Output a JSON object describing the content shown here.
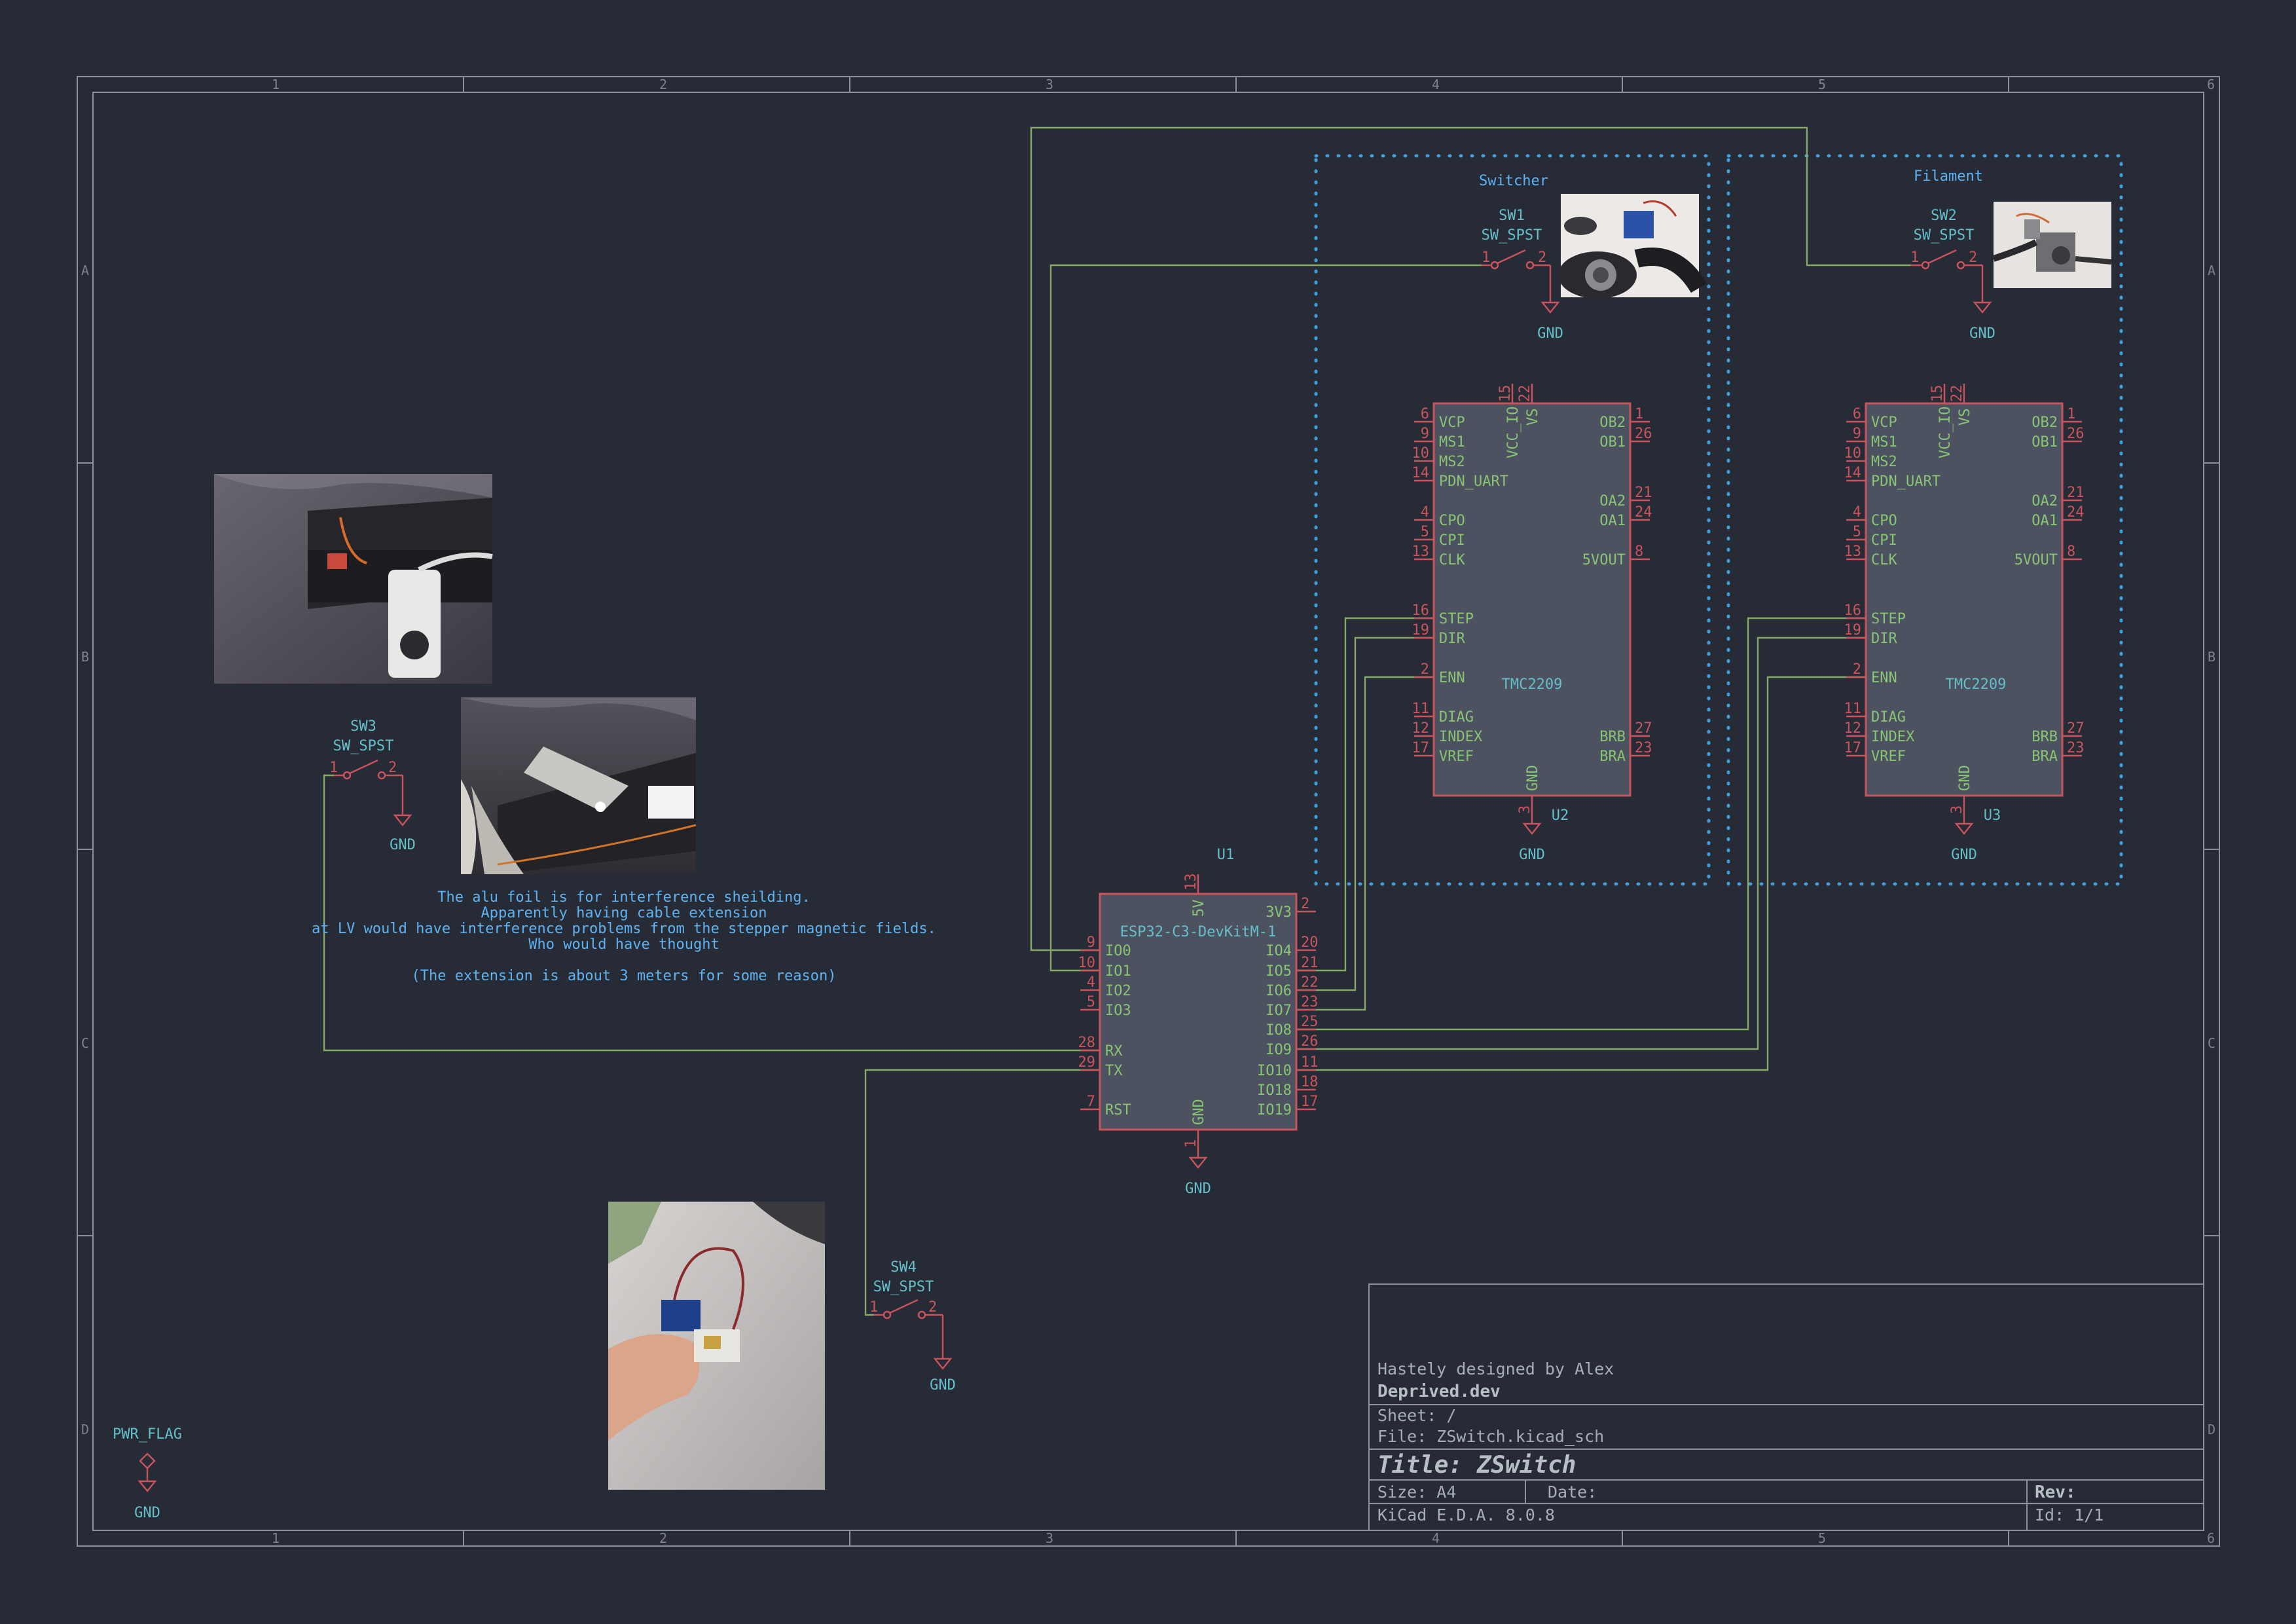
{
  "sheet": {
    "grid_columns": [
      "1",
      "2",
      "3",
      "4",
      "5",
      "6"
    ],
    "grid_rows": [
      "A",
      "B",
      "C",
      "D"
    ]
  },
  "colors": {
    "background": "#262b36",
    "wire": "#86a868",
    "symbol_outline": "#c9545d",
    "pin_name": "#88c473",
    "reference": "#64bfc9",
    "text_note": "#5eb3f2"
  },
  "groups": {
    "switcher": "Switcher",
    "filament": "Filament"
  },
  "components": {
    "u1": {
      "ref": "U1",
      "value": "ESP32-C3-DevKitM-1",
      "top_pins": [
        {
          "name": "5V",
          "num": "13"
        }
      ],
      "left_pins": [
        {
          "name": "IO0",
          "num": "9"
        },
        {
          "name": "IO1",
          "num": "10"
        },
        {
          "name": "IO2",
          "num": "4"
        },
        {
          "name": "IO3",
          "num": "5"
        },
        {
          "name": "RX",
          "num": "28"
        },
        {
          "name": "TX",
          "num": "29"
        },
        {
          "name": "RST",
          "num": "7"
        }
      ],
      "right_pins": [
        {
          "name": "3V3",
          "num": "2"
        },
        {
          "name": "IO4",
          "num": "20"
        },
        {
          "name": "IO5",
          "num": "21"
        },
        {
          "name": "IO6",
          "num": "22"
        },
        {
          "name": "IO7",
          "num": "23"
        },
        {
          "name": "IO8",
          "num": "25"
        },
        {
          "name": "IO9",
          "num": "26"
        },
        {
          "name": "IO10",
          "num": "11"
        },
        {
          "name": "IO18",
          "num": "18"
        },
        {
          "name": "IO19",
          "num": "17"
        }
      ],
      "bottom_pins": [
        {
          "name": "GND",
          "num": "1"
        }
      ]
    },
    "u2": {
      "ref": "U2",
      "value": "TMC2209",
      "top_pins": [
        {
          "name": "VCC_IO",
          "num": "15"
        },
        {
          "name": "VS",
          "num": "22"
        }
      ],
      "left_pins": [
        {
          "name": "VCP",
          "num": "6"
        },
        {
          "name": "MS1",
          "num": "9"
        },
        {
          "name": "MS2",
          "num": "10"
        },
        {
          "name": "PDN_UART",
          "num": "14"
        },
        {
          "name": "CPO",
          "num": "4"
        },
        {
          "name": "CPI",
          "num": "5"
        },
        {
          "name": "CLK",
          "num": "13"
        },
        {
          "name": "STEP",
          "num": "16"
        },
        {
          "name": "DIR",
          "num": "19"
        },
        {
          "name": "ENN",
          "num": "2"
        },
        {
          "name": "DIAG",
          "num": "11"
        },
        {
          "name": "INDEX",
          "num": "12"
        },
        {
          "name": "VREF",
          "num": "17"
        }
      ],
      "right_pins": [
        {
          "name": "OB2",
          "num": "1"
        },
        {
          "name": "OB1",
          "num": "26"
        },
        {
          "name": "OA2",
          "num": "21"
        },
        {
          "name": "OA1",
          "num": "24"
        },
        {
          "name": "5VOUT",
          "num": "8"
        },
        {
          "name": "BRB",
          "num": "27"
        },
        {
          "name": "BRA",
          "num": "23"
        }
      ],
      "bottom_pins": [
        {
          "name": "GND",
          "num": "3"
        }
      ]
    },
    "u3": {
      "ref": "U3",
      "value": "TMC2209",
      "top_pins": [
        {
          "name": "VCC_IO",
          "num": "15"
        },
        {
          "name": "VS",
          "num": "22"
        }
      ],
      "left_pins": [
        {
          "name": "VCP",
          "num": "6"
        },
        {
          "name": "MS1",
          "num": "9"
        },
        {
          "name": "MS2",
          "num": "10"
        },
        {
          "name": "PDN_UART",
          "num": "14"
        },
        {
          "name": "CPO",
          "num": "4"
        },
        {
          "name": "CPI",
          "num": "5"
        },
        {
          "name": "CLK",
          "num": "13"
        },
        {
          "name": "STEP",
          "num": "16"
        },
        {
          "name": "DIR",
          "num": "19"
        },
        {
          "name": "ENN",
          "num": "2"
        },
        {
          "name": "DIAG",
          "num": "11"
        },
        {
          "name": "INDEX",
          "num": "12"
        },
        {
          "name": "VREF",
          "num": "17"
        }
      ],
      "right_pins": [
        {
          "name": "OB2",
          "num": "1"
        },
        {
          "name": "OB1",
          "num": "26"
        },
        {
          "name": "OA2",
          "num": "21"
        },
        {
          "name": "OA1",
          "num": "24"
        },
        {
          "name": "5VOUT",
          "num": "8"
        },
        {
          "name": "BRB",
          "num": "27"
        },
        {
          "name": "BRA",
          "num": "23"
        }
      ],
      "bottom_pins": [
        {
          "name": "GND",
          "num": "3"
        }
      ]
    },
    "sw1": {
      "ref": "SW1",
      "value": "SW_SPST",
      "pin1": "1",
      "pin2": "2"
    },
    "sw2": {
      "ref": "SW2",
      "value": "SW_SPST",
      "pin1": "1",
      "pin2": "2"
    },
    "sw3": {
      "ref": "SW3",
      "value": "SW_SPST",
      "pin1": "1",
      "pin2": "2"
    },
    "sw4": {
      "ref": "SW4",
      "value": "SW_SPST",
      "pin1": "1",
      "pin2": "2"
    }
  },
  "power": {
    "gnd": "GND",
    "pwr_flag": "PWR_FLAG"
  },
  "note": {
    "lines": [
      "The alu foil is for interference sheilding.",
      "Apparently having cable extension",
      "at LV would have interference problems from the stepper magnetic fields.",
      "Who would have thought",
      "",
      "(The extension is about 3 meters for some reason)"
    ]
  },
  "title_block": {
    "designer": "Hastely designed by Alex",
    "company": "Deprived.dev",
    "sheet": "Sheet: /",
    "file": "File: ZSwitch.kicad_sch",
    "title": "Title: ZSwitch",
    "size": "Size: A4",
    "date": "Date:",
    "rev": "Rev:",
    "tool": "KiCad E.D.A. 8.0.8",
    "id": "Id: 1/1"
  }
}
